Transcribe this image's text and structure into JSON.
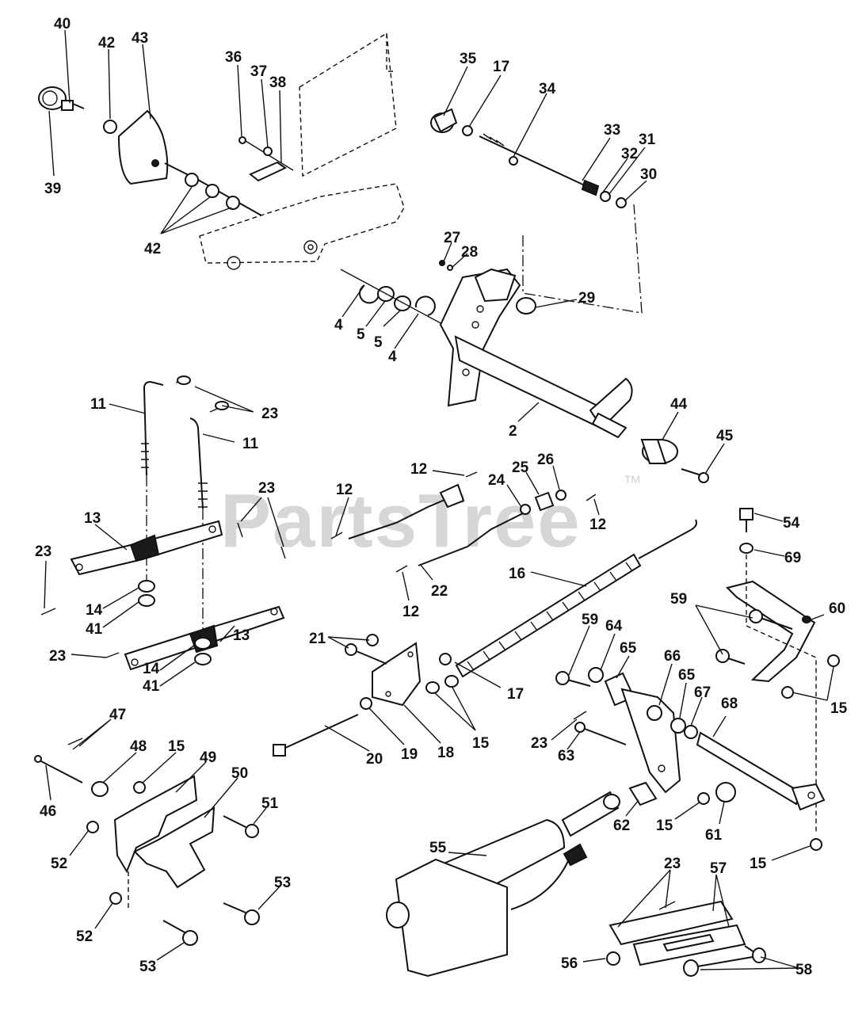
{
  "watermark": {
    "text": "PartsTree",
    "tm": "TM"
  },
  "labels": [
    {
      "id": "l40",
      "text": "40"
    },
    {
      "id": "l42a",
      "text": "42"
    },
    {
      "id": "l43",
      "text": "43"
    },
    {
      "id": "l39",
      "text": "39"
    },
    {
      "id": "l42b",
      "text": "42"
    },
    {
      "id": "l36",
      "text": "36"
    },
    {
      "id": "l37",
      "text": "37"
    },
    {
      "id": "l38",
      "text": "38"
    },
    {
      "id": "l35",
      "text": "35"
    },
    {
      "id": "l17a",
      "text": "17"
    },
    {
      "id": "l34",
      "text": "34"
    },
    {
      "id": "l33",
      "text": "33"
    },
    {
      "id": "l31",
      "text": "31"
    },
    {
      "id": "l32",
      "text": "32"
    },
    {
      "id": "l30",
      "text": "30"
    },
    {
      "id": "l27",
      "text": "27"
    },
    {
      "id": "l28",
      "text": "28"
    },
    {
      "id": "l29",
      "text": "29"
    },
    {
      "id": "l4a",
      "text": "4"
    },
    {
      "id": "l5a",
      "text": "5"
    },
    {
      "id": "l5b",
      "text": "5"
    },
    {
      "id": "l4b",
      "text": "4"
    },
    {
      "id": "l2",
      "text": "2"
    },
    {
      "id": "l44",
      "text": "44"
    },
    {
      "id": "l45",
      "text": "45"
    },
    {
      "id": "l11a",
      "text": "11"
    },
    {
      "id": "l11b",
      "text": "11"
    },
    {
      "id": "l23a",
      "text": "23"
    },
    {
      "id": "l23b",
      "text": "23"
    },
    {
      "id": "l13a",
      "text": "13"
    },
    {
      "id": "l23c",
      "text": "23"
    },
    {
      "id": "l14a",
      "text": "14"
    },
    {
      "id": "l41a",
      "text": "41"
    },
    {
      "id": "l13b",
      "text": "13"
    },
    {
      "id": "l23d",
      "text": "23"
    },
    {
      "id": "l14b",
      "text": "14"
    },
    {
      "id": "l41b",
      "text": "41"
    },
    {
      "id": "l12a",
      "text": "12"
    },
    {
      "id": "l12b",
      "text": "12"
    },
    {
      "id": "l24",
      "text": "24"
    },
    {
      "id": "l25",
      "text": "25"
    },
    {
      "id": "l26",
      "text": "26"
    },
    {
      "id": "l12c",
      "text": "12"
    },
    {
      "id": "l22",
      "text": "22"
    },
    {
      "id": "l12d",
      "text": "12"
    },
    {
      "id": "l16",
      "text": "16"
    },
    {
      "id": "l21",
      "text": "21"
    },
    {
      "id": "l17b",
      "text": "17"
    },
    {
      "id": "l15a",
      "text": "15"
    },
    {
      "id": "l20",
      "text": "20"
    },
    {
      "id": "l19",
      "text": "19"
    },
    {
      "id": "l18",
      "text": "18"
    },
    {
      "id": "l54",
      "text": "54"
    },
    {
      "id": "l69",
      "text": "69"
    },
    {
      "id": "l59a",
      "text": "59"
    },
    {
      "id": "l60",
      "text": "60"
    },
    {
      "id": "l59b",
      "text": "59"
    },
    {
      "id": "l64",
      "text": "64"
    },
    {
      "id": "l65a",
      "text": "65"
    },
    {
      "id": "l66",
      "text": "66"
    },
    {
      "id": "l65b",
      "text": "65"
    },
    {
      "id": "l67",
      "text": "67"
    },
    {
      "id": "l68",
      "text": "68"
    },
    {
      "id": "l15b",
      "text": "15"
    },
    {
      "id": "l23e",
      "text": "23"
    },
    {
      "id": "l63",
      "text": "63"
    },
    {
      "id": "l62",
      "text": "62"
    },
    {
      "id": "l15c",
      "text": "15"
    },
    {
      "id": "l61",
      "text": "61"
    },
    {
      "id": "l15d",
      "text": "15"
    },
    {
      "id": "l47",
      "text": "47"
    },
    {
      "id": "l48",
      "text": "48"
    },
    {
      "id": "l15e",
      "text": "15"
    },
    {
      "id": "l49",
      "text": "49"
    },
    {
      "id": "l50",
      "text": "50"
    },
    {
      "id": "l46",
      "text": "46"
    },
    {
      "id": "l51",
      "text": "51"
    },
    {
      "id": "l52a",
      "text": "52"
    },
    {
      "id": "l53a",
      "text": "53"
    },
    {
      "id": "l52b",
      "text": "52"
    },
    {
      "id": "l53b",
      "text": "53"
    },
    {
      "id": "l55",
      "text": "55"
    },
    {
      "id": "l23f",
      "text": "23"
    },
    {
      "id": "l57",
      "text": "57"
    },
    {
      "id": "l56",
      "text": "56"
    },
    {
      "id": "l58",
      "text": "58"
    }
  ]
}
